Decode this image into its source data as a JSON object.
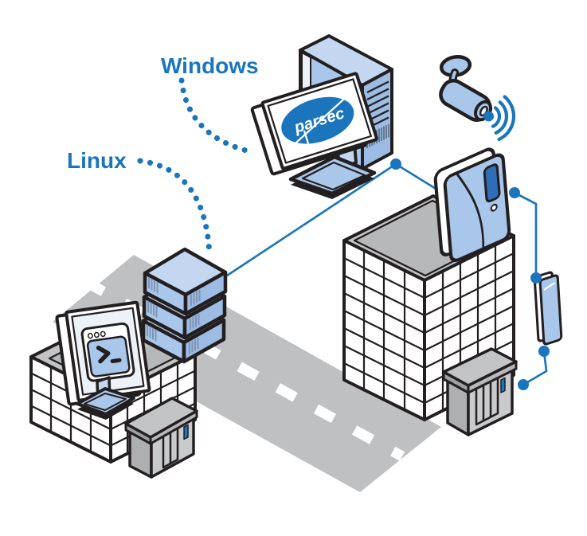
{
  "title": "Parsec access control system diagram",
  "labels": {
    "windows": "Windows",
    "linux": "Linux",
    "logo": "parsec"
  },
  "colors": {
    "c-accent": "#1B75BC",
    "c-outline": "#231F20",
    "c-device": "#A9C7EA",
    "c-deviceTop": "#C3D7F1",
    "c-deviceSide": "#9CBCE3",
    "c-navy": "#2F6EB6",
    "c-screen": "#EDF2F9",
    "c-road": "#BFC0C2",
    "c-roof": "#C3C4C6",
    "c-roofInner": "#B7B8BA",
    "c-annexLight": "#C9CACC",
    "c-annexDark": "#AEAFB1",
    "c-slabEdge": "#9EA0A2",
    "c-vent": "#7E95B5",
    "c-white": "#FFFFFF"
  },
  "nodes": [
    {
      "id": "windows-workstation",
      "label": "Windows",
      "icon": "desktop-computer-icon"
    },
    {
      "id": "linux-server-stack",
      "label": "Linux",
      "icon": "server-stack-icon"
    },
    {
      "id": "cctv-camera",
      "icon": "cctv-camera-icon"
    },
    {
      "id": "wireless-signal",
      "icon": "wifi-signal-icon"
    },
    {
      "id": "access-controller",
      "icon": "access-controller-icon"
    },
    {
      "id": "card-reader",
      "icon": "card-reader-icon"
    },
    {
      "id": "left-building",
      "icon": "building-icon"
    },
    {
      "id": "right-building",
      "icon": "building-icon"
    }
  ],
  "connections": [
    {
      "from": "windows-label",
      "to": "windows-workstation",
      "style": "dotted"
    },
    {
      "from": "linux-label",
      "to": "linux-server-stack",
      "style": "dotted"
    },
    {
      "from": "linux-server-stack",
      "to": "access-controller",
      "style": "solid"
    },
    {
      "from": "access-controller",
      "to": "card-reader",
      "style": "solid"
    },
    {
      "from": "card-reader",
      "to": "entrance-reader",
      "style": "solid"
    }
  ]
}
